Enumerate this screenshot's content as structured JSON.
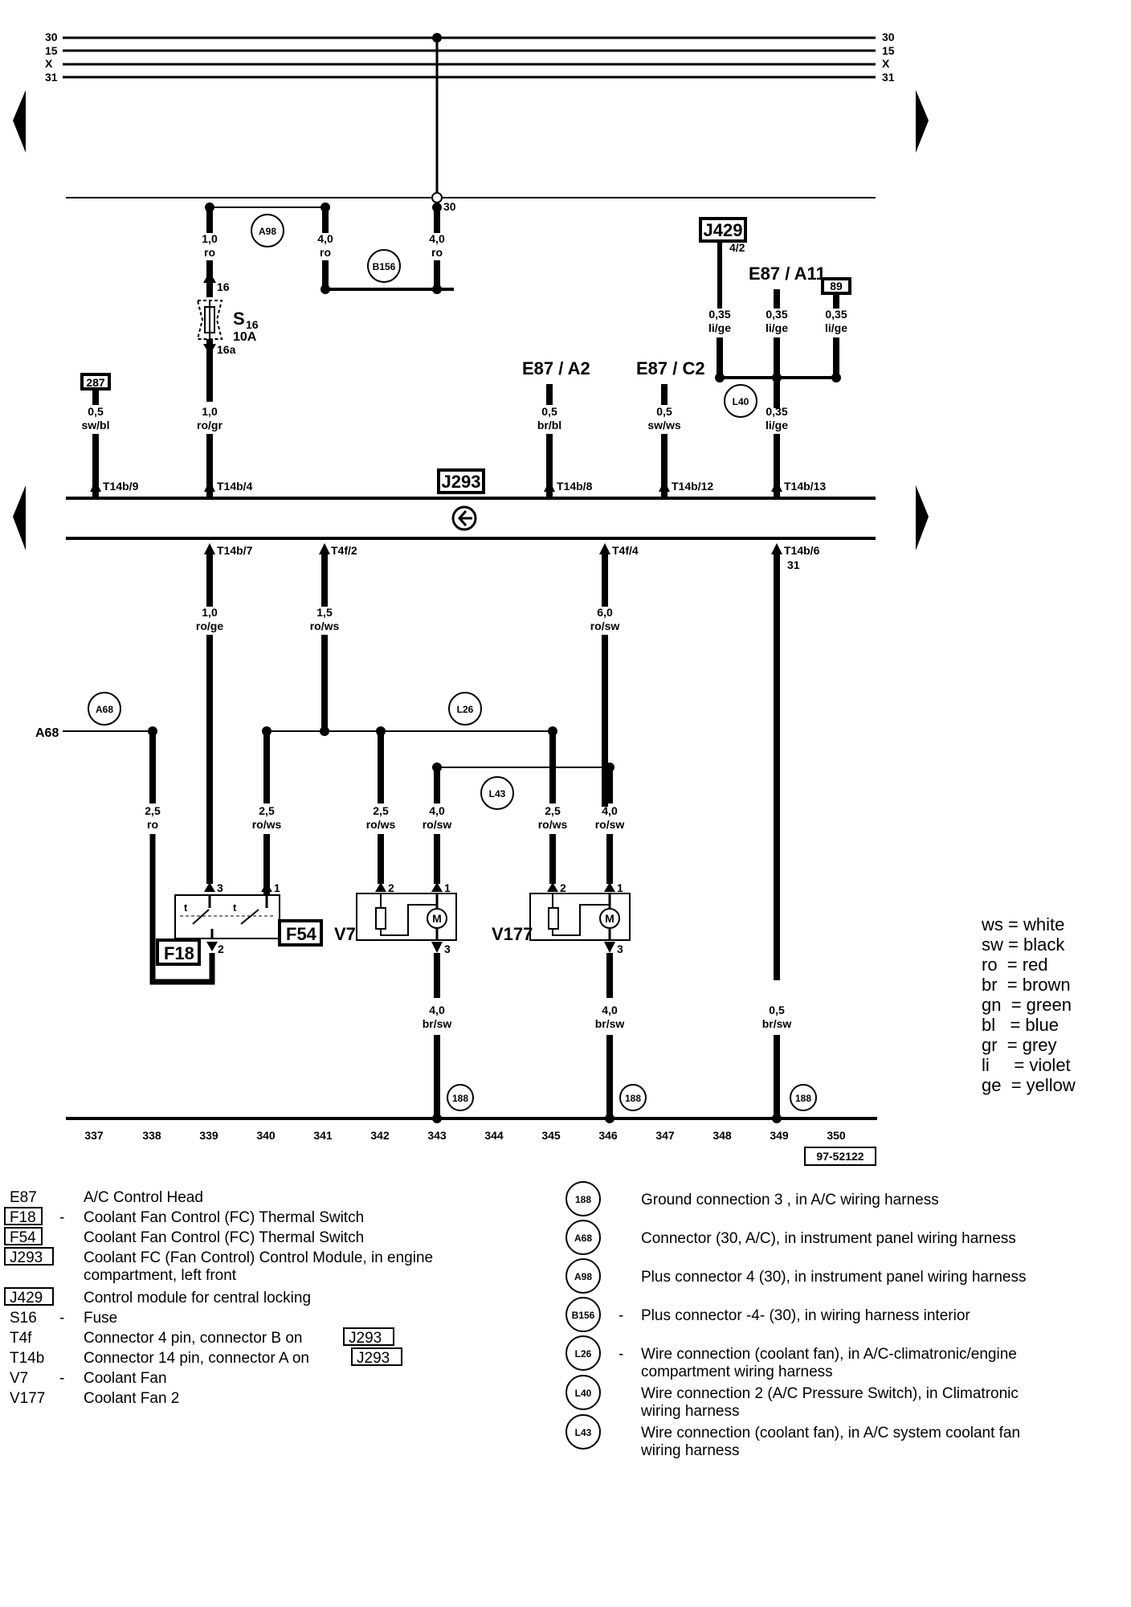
{
  "bus_top": {
    "left": [
      "30",
      "15",
      "X",
      "31"
    ],
    "right": [
      "30",
      "15",
      "X",
      "31"
    ],
    "junction_label": "30"
  },
  "wires": [
    {
      "id": "w1",
      "size": "1,0",
      "color": "ro"
    },
    {
      "id": "w2",
      "size": "4,0",
      "color": "ro"
    },
    {
      "id": "w3",
      "size": "4,0",
      "color": "ro"
    },
    {
      "id": "w4",
      "size": "0,5",
      "color": "sw/bl"
    },
    {
      "id": "w5",
      "size": "1,0",
      "color": "ro/gr"
    },
    {
      "id": "w6",
      "size": "0,5",
      "color": "br/bl"
    },
    {
      "id": "w7",
      "size": "0,5",
      "color": "sw/ws"
    },
    {
      "id": "w8",
      "size": "0,35",
      "color": "li/ge"
    },
    {
      "id": "w9",
      "size": "0,35",
      "color": "li/ge"
    },
    {
      "id": "w10",
      "size": "0,35",
      "color": "li/ge"
    },
    {
      "id": "w11",
      "size": "0,35",
      "color": "li/ge"
    },
    {
      "id": "w12",
      "size": "1,0",
      "color": "ro/ge"
    },
    {
      "id": "w13",
      "size": "1,5",
      "color": "ro/ws"
    },
    {
      "id": "w14",
      "size": "6,0",
      "color": "ro/sw"
    },
    {
      "id": "w15",
      "size": "2,5",
      "color": "ro"
    },
    {
      "id": "w16",
      "size": "2,5",
      "color": "ro/ws"
    },
    {
      "id": "w17",
      "size": "2,5",
      "color": "ro/ws"
    },
    {
      "id": "w18",
      "size": "4,0",
      "color": "ro/sw"
    },
    {
      "id": "w19",
      "size": "2,5",
      "color": "ro/ws"
    },
    {
      "id": "w20",
      "size": "4,0",
      "color": "ro/sw"
    },
    {
      "id": "w21",
      "size": "4,0",
      "color": "br/sw"
    },
    {
      "id": "w22",
      "size": "4,0",
      "color": "br/sw"
    },
    {
      "id": "w23",
      "size": "0,5",
      "color": "br/sw"
    }
  ],
  "pins": {
    "t14b9": "T14b/9",
    "t14b4": "T14b/4",
    "t14b8": "T14b/8",
    "t14b12": "T14b/12",
    "t14b13": "T14b/13",
    "t14b7": "T14b/7",
    "t4f2": "T4f/2",
    "t4f4": "T4f/4",
    "t14b6": "T14b/6",
    "t14b6_sub": "31",
    "fuse_in": "16",
    "fuse_out": "16a",
    "j429_pin": "4/2",
    "f18_3": "3",
    "f54_1": "1",
    "f18_2": "2",
    "v7_2": "2",
    "v7_1": "1",
    "v7_3": "3",
    "v177_2": "2",
    "v177_1": "1",
    "v177_3": "3"
  },
  "components": {
    "j293": "J293",
    "j429": "J429",
    "s16": "S",
    "s16_sub": "16",
    "s16_rating": "10A",
    "e87_a11": "E87 / A11",
    "e87_a2": "E87 / A2",
    "e87_c2": "E87 / C2",
    "f18": "F18",
    "f54": "F54",
    "v7": "V7",
    "v177": "V177",
    "box_287": "287",
    "box_89": "89",
    "a68_wire": "A68",
    "motor": "M"
  },
  "circles": {
    "a98": "A98",
    "b156": "B156",
    "l40": "L40",
    "a68": "A68",
    "l26": "L26",
    "l43": "L43",
    "g1": "188",
    "g2": "188",
    "g3": "188"
  },
  "tracks": [
    "337",
    "338",
    "339",
    "340",
    "341",
    "342",
    "343",
    "344",
    "345",
    "346",
    "347",
    "348",
    "349",
    "350"
  ],
  "ref_code": "97-52122",
  "color_key": [
    {
      "abbr": "ws",
      "name": "white"
    },
    {
      "abbr": "sw",
      "name": "black"
    },
    {
      "abbr": "ro",
      "name": "red"
    },
    {
      "abbr": "br",
      "name": "brown"
    },
    {
      "abbr": "gn",
      "name": "green"
    },
    {
      "abbr": "bl",
      "name": "blue"
    },
    {
      "abbr": "gr",
      "name": "grey"
    },
    {
      "abbr": "li",
      "name": "violet"
    },
    {
      "abbr": "ge",
      "name": "yellow"
    }
  ],
  "legend_left": [
    {
      "code": "E87",
      "dash": "",
      "desc": "A/C Control Head"
    },
    {
      "code": "F18",
      "dash": "-",
      "desc": "Coolant Fan Control (FC) Thermal Switch"
    },
    {
      "code": "F54",
      "dash": "",
      "desc": "Coolant Fan Control (FC) Thermal Switch"
    },
    {
      "code": "J293",
      "dash": "",
      "desc": "Coolant FC (Fan Control) Control Module, in engine",
      "desc2": "compartment, left front"
    },
    {
      "code": "J429",
      "dash": "",
      "desc": "Control module for central locking"
    },
    {
      "code": "S16",
      "dash": "-",
      "desc": "Fuse"
    },
    {
      "code": "T4f",
      "dash": "",
      "desc": "Connector 4 pin, connector B on",
      "ref": "J293"
    },
    {
      "code": "T14b",
      "dash": "",
      "desc": "Connector 14 pin, connector A on",
      "ref": "J293"
    },
    {
      "code": "V7",
      "dash": "-",
      "desc": "Coolant Fan"
    },
    {
      "code": "V177",
      "dash": "",
      "desc": "Coolant Fan 2"
    }
  ],
  "legend_right": [
    {
      "code": "188",
      "dash": "",
      "desc": "Ground connection  3 , in A/C wiring harness"
    },
    {
      "code": "A68",
      "dash": "",
      "desc": "Connector (30, A/C), in instrument panel wiring harness"
    },
    {
      "code": "A98",
      "dash": "",
      "desc": "Plus connector  4  (30), in instrument panel wiring harness"
    },
    {
      "code": "B156",
      "dash": "-",
      "desc": "Plus connector -4- (30), in wiring harness interior"
    },
    {
      "code": "L26",
      "dash": "-",
      "desc": "Wire connection (coolant fan), in A/C-climatronic/engine",
      "desc2": "compartment wiring harness"
    },
    {
      "code": "L40",
      "dash": "",
      "desc": "Wire connection  2  (A/C Pressure Switch), in Climatronic",
      "desc2": "wiring harness"
    },
    {
      "code": "L43",
      "dash": "",
      "desc": "Wire connection (coolant fan), in A/C system coolant fan",
      "desc2": "wiring harness"
    }
  ]
}
